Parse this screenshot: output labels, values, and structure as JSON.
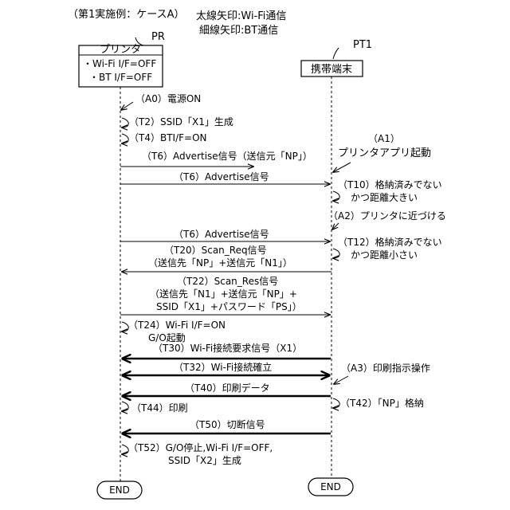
{
  "header": {
    "case": "（第1実施例：ケースA）",
    "legend_thick": "太線矢印:Wi-Fi通信",
    "legend_thin": "細線矢印:BT通信"
  },
  "printer": {
    "ref": "PR",
    "name": "プリンタ",
    "wifi_status": "・Wi-Fi I/F=OFF",
    "bt_status": "・BT I/F=OFF"
  },
  "terminal": {
    "ref": "PT1",
    "name": "携帯端末"
  },
  "user_actions": {
    "a1_line1": "（A1）",
    "a1_line2": "プリンタアプリ起動",
    "a2": "（A2）プリンタに近づける",
    "a3": "（A3）印刷指示操作"
  },
  "printer_steps": {
    "a0": "（A0）電源ON",
    "t2": "（T2）SSID「X1」生成",
    "t4": "（T4）BTI/F=ON",
    "t24_line1": "（T24）Wi-Fi I/F=ON",
    "t24_line2": "G/O起動",
    "t44": "（T44）印刷",
    "t52_line1": "（T52）G/O停止,Wi-Fi I/F=OFF,",
    "t52_line2": "SSID「X2」生成"
  },
  "terminal_steps": {
    "t10_line1": "（T10）格納済みでない",
    "t10_line2": "かつ距離大きい",
    "t12_line1": "（T12）格納済みでない",
    "t12_line2": "かつ距離小さい",
    "t42": "（T42）「NP」格納"
  },
  "messages": {
    "t6a": "（T6）Advertise信号（送信元「NP」）",
    "t6b": "（T6）Advertise信号",
    "t6c": "（T6）Advertise信号",
    "t20_line1": "（T20）Scan_Req信号",
    "t20_line2": "（送信先「NP」+送信元「N1」）",
    "t22_line1": "（T22）Scan_Res信号",
    "t22_line2": "（送信先「N1」+送信元「NP」+",
    "t22_line3": "SSID「X1」+パスワード「PS」）",
    "t30": "（T30）Wi-Fi接続要求信号（X1）",
    "t32": "（T32）Wi-Fi接続確立",
    "t40": "（T40）印刷データ",
    "t50": "（T50）切断信号"
  },
  "end_labels": {
    "printer_end": "END",
    "terminal_end": "END"
  }
}
